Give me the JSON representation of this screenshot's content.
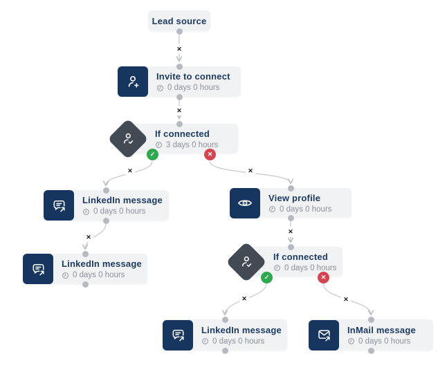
{
  "canvas": {
    "background": "#ffffff"
  },
  "colors": {
    "card_bg": "#f0f2f4",
    "action_icon_navy": "#16365f",
    "condition_diamond_gray": "#424b54",
    "title_navy": "#1d3a63",
    "delay_gray": "#8b919b",
    "connector_gray": "#ccced3",
    "port_dot_gray": "#b6bac0",
    "yes_green": "#2fa84f",
    "no_red": "#d6454f",
    "delete_x_black": "#16181c"
  },
  "glyphs": {
    "yes": "✓",
    "no": "✕",
    "delete": "✕"
  },
  "nodes": [
    {
      "id": "lead-source",
      "type": "start",
      "title": "Lead source"
    },
    {
      "id": "invite-to-connect",
      "type": "action",
      "icon": "person-plus-icon",
      "title": "Invite to connect",
      "delay": "0 days 0 hours"
    },
    {
      "id": "if-connected-1",
      "type": "condition",
      "icon": "person-check-icon",
      "title": "If connected",
      "delay": "3 days 0 hours"
    },
    {
      "id": "linkedin-message-1",
      "type": "action",
      "icon": "message-arrow-icon",
      "title": "LinkedIn message",
      "delay": "0 days 0 hours"
    },
    {
      "id": "linkedin-message-2",
      "type": "action",
      "icon": "message-arrow-icon",
      "title": "LinkedIn message",
      "delay": "0 days 0 hours"
    },
    {
      "id": "view-profile",
      "type": "action",
      "icon": "eye-icon",
      "title": "View profile",
      "delay": "0 days 0 hours"
    },
    {
      "id": "if-connected-2",
      "type": "condition",
      "icon": "person-check-icon",
      "title": "If connected",
      "delay": "0 days 0 hours"
    },
    {
      "id": "linkedin-message-3",
      "type": "action",
      "icon": "message-arrow-icon",
      "title": "LinkedIn message",
      "delay": "0 days 0 hours"
    },
    {
      "id": "inmail-message",
      "type": "action",
      "icon": "envelope-arrow-icon",
      "title": "InMail message",
      "delay": "0 days 0 hours"
    }
  ]
}
